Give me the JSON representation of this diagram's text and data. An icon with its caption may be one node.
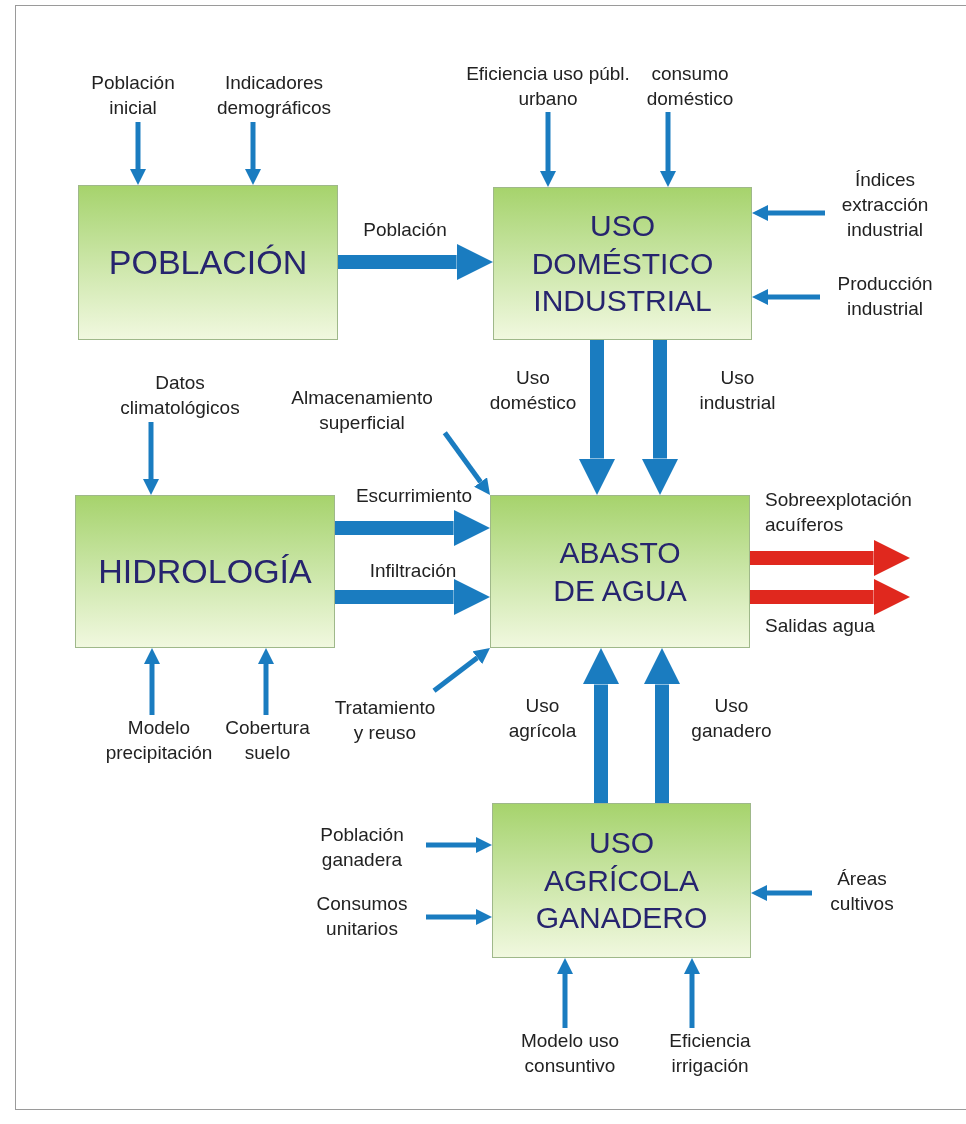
{
  "diagram": {
    "nodes": [
      {
        "text": [
          "POBLACIÓN"
        ]
      },
      {
        "text": [
          "USO DOMÉSTICO INDUSTRIAL"
        ]
      },
      {
        "text": [
          "HIDROLOGÍA"
        ]
      },
      {
        "text": [
          "ABASTO DE AGUA"
        ]
      },
      {
        "text": [
          "USO AGRÍCOLA GANADERO"
        ]
      },
      {
        "text": [
          "Población inicial"
        ]
      },
      {
        "text": [
          "Indicadores demográficos"
        ]
      },
      {
        "text": [
          "Eficiencia uso públ. urbano"
        ]
      },
      {
        "text": [
          "consumo doméstico"
        ]
      },
      {
        "text": [
          "Índices extracción industrial"
        ]
      },
      {
        "text": [
          "Producción industrial"
        ]
      },
      {
        "text": [
          "Datos climatológicos"
        ]
      },
      {
        "text": [
          "Almacenamiento superficial"
        ]
      },
      {
        "text": [
          "Modelo precipitación"
        ]
      },
      {
        "text": [
          "Cobertura suelo"
        ]
      },
      {
        "text": [
          "Tratamiento y reuso"
        ]
      },
      {
        "text": [
          "Población ganadera"
        ]
      },
      {
        "text": [
          "Consumos unitarios"
        ]
      },
      {
        "text": [
          "Áreas cultivos"
        ]
      },
      {
        "text": [
          "Modelo uso consuntivo"
        ]
      },
      {
        "text": [
          "Eficiencia irrigación"
        ]
      }
    ],
    "edges": [
      {
        "from": 5,
        "to": 0,
        "arrow": "to"
      },
      {
        "from": 6,
        "to": 0,
        "arrow": "to"
      },
      {
        "from": 7,
        "to": 1,
        "arrow": "to"
      },
      {
        "from": 8,
        "to": 1,
        "arrow": "to"
      },
      {
        "from": 9,
        "to": 1,
        "arrow": "to"
      },
      {
        "from": 10,
        "to": 1,
        "arrow": "to"
      },
      {
        "from": 0,
        "to": 1,
        "arrow": "to",
        "label": "Población",
        "style": "thick"
      },
      {
        "from": 1,
        "to": 3,
        "arrow": "to",
        "label": "Uso doméstico",
        "style": "thick"
      },
      {
        "from": 1,
        "to": 3,
        "arrow": "to",
        "label": "Uso industrial",
        "style": "thick"
      },
      {
        "from": 11,
        "to": 2,
        "arrow": "to"
      },
      {
        "from": 12,
        "to": 3,
        "arrow": "to"
      },
      {
        "from": 2,
        "to": 3,
        "arrow": "to",
        "label": "Escurrimiento",
        "style": "thick"
      },
      {
        "from": 2,
        "to": 3,
        "arrow": "to",
        "label": "Infiltración",
        "style": "thick"
      },
      {
        "from": 13,
        "to": 2,
        "arrow": "to"
      },
      {
        "from": 14,
        "to": 2,
        "arrow": "to"
      },
      {
        "from": 15,
        "to": 3,
        "arrow": "to"
      },
      {
        "from": 3,
        "to": null,
        "arrow": "to",
        "label": "Sobreexplotación acuíferos",
        "style": "thick",
        "color": "#e0281e"
      },
      {
        "from": 3,
        "to": null,
        "arrow": "to",
        "label": "Salidas agua",
        "style": "thick",
        "color": "#e0281e"
      },
      {
        "from": 4,
        "to": 3,
        "arrow": "to",
        "label": "Uso agrícola",
        "style": "thick"
      },
      {
        "from": 4,
        "to": 3,
        "arrow": "to",
        "label": "Uso ganadero",
        "style": "thick"
      },
      {
        "from": 16,
        "to": 4,
        "arrow": "to"
      },
      {
        "from": 17,
        "to": 4,
        "arrow": "to"
      },
      {
        "from": 18,
        "to": 4,
        "arrow": "to"
      },
      {
        "from": 19,
        "to": 4,
        "arrow": "to"
      },
      {
        "from": 20,
        "to": 4,
        "arrow": "to"
      }
    ]
  }
}
